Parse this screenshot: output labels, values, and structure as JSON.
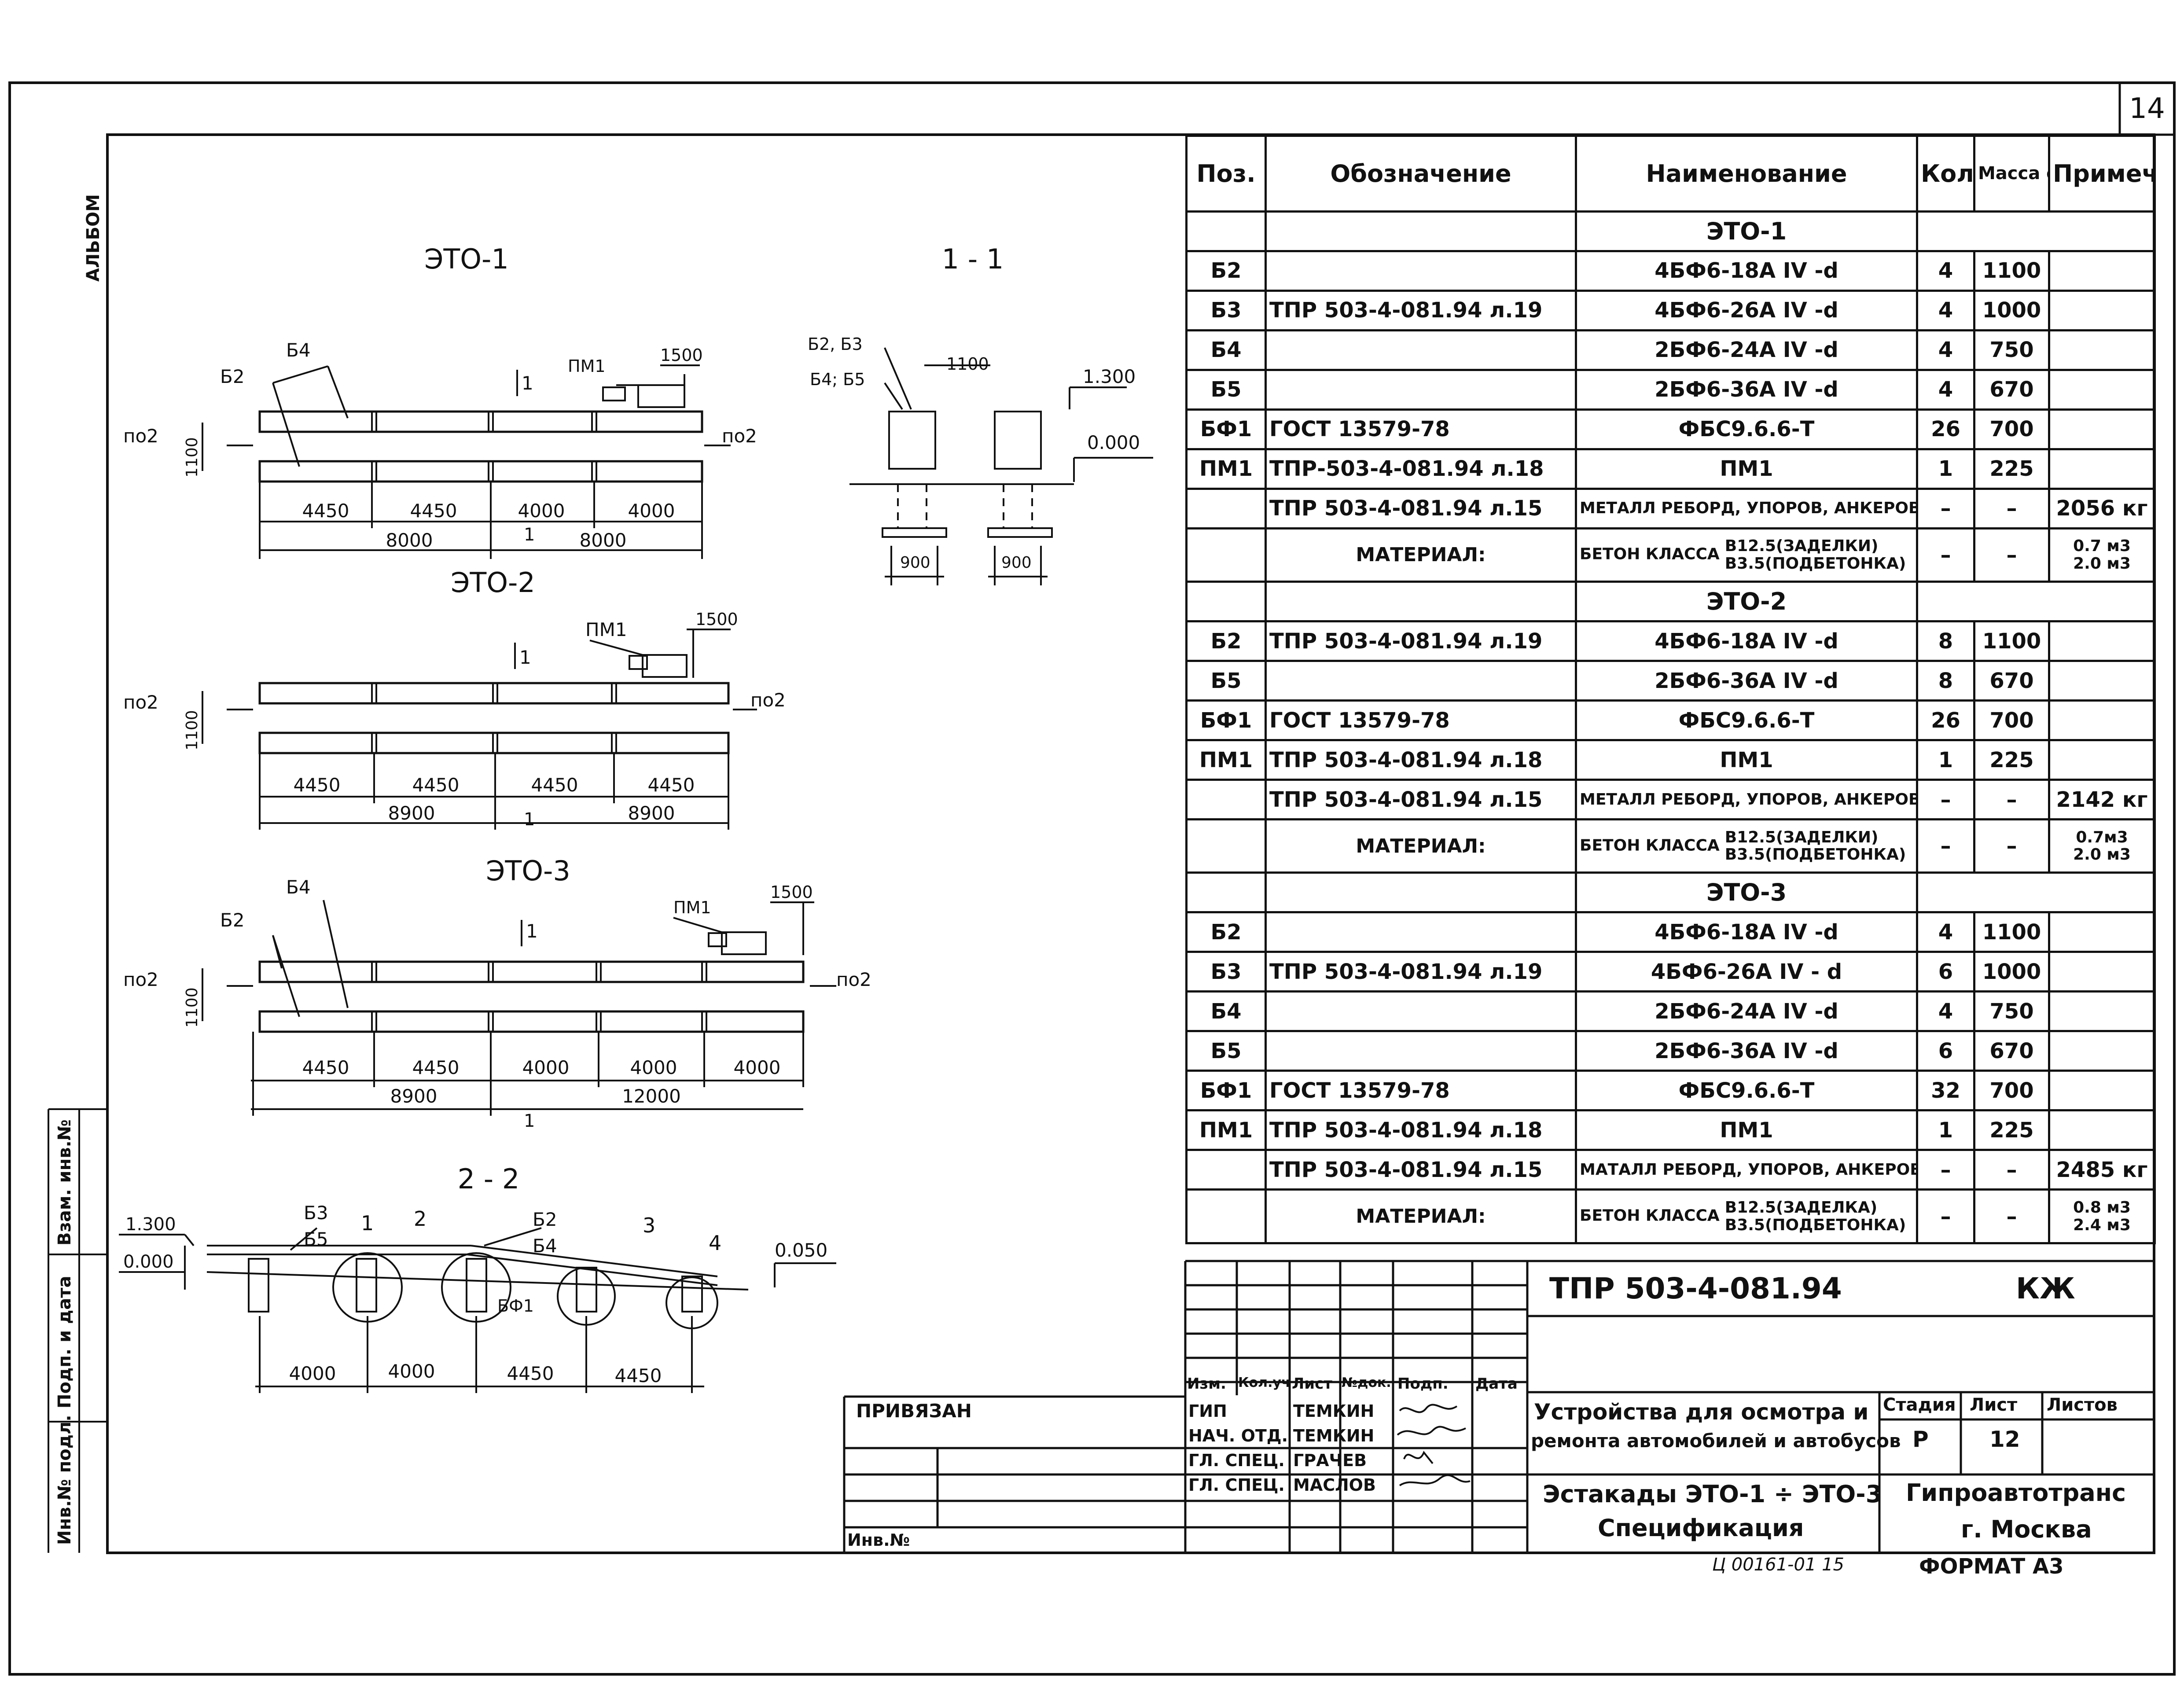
{
  "sheet_number": "14",
  "album_label": "АЛЬБОМ",
  "left_strip": [
    "Инв.№ подл.",
    "Подп. и дата",
    "Взам. инв.№"
  ],
  "drawings": {
    "eto1": {
      "title": "ЭТО-1",
      "labels": [
        "Б4",
        "Б2",
        "ПМ1",
        "1500",
        "1",
        "по2",
        "по2",
        "1100"
      ],
      "dims_top": [
        "4450",
        "4450",
        "4000",
        "4000"
      ],
      "dims_bottom": [
        "8000",
        "8000"
      ],
      "cut_mark": "1"
    },
    "section11": {
      "title": "1 - 1",
      "labels": [
        "Б2, Б3",
        "Б4; Б5",
        "1100",
        "1.300",
        "0.000",
        "900",
        "900"
      ]
    },
    "eto2": {
      "title": "ЭТО-2",
      "labels": [
        "ПМ1",
        "1500",
        "1",
        "по2",
        "по2",
        "1100"
      ],
      "dims_top": [
        "4450",
        "4450",
        "4450",
        "4450"
      ],
      "dims_bottom": [
        "8900",
        "8900"
      ],
      "cut_mark": "1"
    },
    "eto3": {
      "title": "ЭТО-3",
      "labels": [
        "Б4",
        "Б2",
        "ПМ1",
        "1500",
        "1",
        "по2",
        "по2",
        "1100"
      ],
      "dims_top": [
        "4450",
        "4450",
        "4000",
        "4000",
        "4000"
      ],
      "dims_bottom": [
        "8900",
        "12000"
      ],
      "cut_mark": "1"
    },
    "section22": {
      "title": "2 - 2",
      "labels": [
        "1.300",
        "0.000",
        "Б3",
        "Б5",
        "1",
        "2",
        "Б2",
        "Б4",
        "3",
        "4",
        "0.050",
        "БФ1"
      ],
      "dims": [
        "4000",
        "4000",
        "4450",
        "4450"
      ]
    }
  },
  "spec_table": {
    "headers": [
      "Поз.",
      "Обозначение",
      "Наименование",
      "Кол.",
      "Масса ед. кг",
      "Примеч."
    ],
    "sections": [
      {
        "title": "ЭТО-1",
        "rows": [
          {
            "pos": "Б2",
            "designation": "",
            "name": "4БФ6-18А IV -d",
            "qty": "4",
            "mass": "1100",
            "note": ""
          },
          {
            "pos": "Б3",
            "designation": "ТПР 503-4-081.94 л.19",
            "name": "4БФ6-26А IV -d",
            "qty": "4",
            "mass": "1000",
            "note": ""
          },
          {
            "pos": "Б4",
            "designation": "",
            "name": "2БФ6-24А IV -d",
            "qty": "4",
            "mass": "750",
            "note": ""
          },
          {
            "pos": "Б5",
            "designation": "",
            "name": "2БФ6-36А IV -d",
            "qty": "4",
            "mass": "670",
            "note": ""
          },
          {
            "pos": "БФ1",
            "designation": "ГОСТ 13579-78",
            "name": "ФБС9.6.6-Т",
            "qty": "26",
            "mass": "700",
            "note": ""
          },
          {
            "pos": "ПМ1",
            "designation": "ТПР-503-4-081.94 л.18",
            "name": "ПМ1",
            "qty": "1",
            "mass": "225",
            "note": ""
          },
          {
            "pos": "",
            "designation": "ТПР 503-4-081.94 л.15",
            "name": "МЕТАЛЛ РЕБОРД, УПОРОВ, АНКЕРОВ",
            "qty": "–",
            "mass": "–",
            "note": "2056 кг"
          }
        ],
        "material": {
          "label": "МАТЕРИАЛ:",
          "name_main": "БЕТОН КЛАССА",
          "name_a": "В12.5(ЗАДЕЛКИ)",
          "name_b": "В3.5(ПОДБЕТОНКА)",
          "qty": "–",
          "mass": "–",
          "note_a": "0.7 м3",
          "note_b": "2.0 м3"
        }
      },
      {
        "title": "ЭТО-2",
        "rows": [
          {
            "pos": "Б2",
            "designation": "ТПР 503-4-081.94 л.19",
            "name": "4БФ6-18А IV -d",
            "qty": "8",
            "mass": "1100",
            "note": ""
          },
          {
            "pos": "Б5",
            "designation": "",
            "name": "2БФ6-36А IV -d",
            "qty": "8",
            "mass": "670",
            "note": ""
          },
          {
            "pos": "БФ1",
            "designation": "ГОСТ 13579-78",
            "name": "ФБС9.6.6-Т",
            "qty": "26",
            "mass": "700",
            "note": ""
          },
          {
            "pos": "ПМ1",
            "designation": "ТПР 503-4-081.94 л.18",
            "name": "ПМ1",
            "qty": "1",
            "mass": "225",
            "note": ""
          },
          {
            "pos": "",
            "designation": "ТПР 503-4-081.94 л.15",
            "name": "МЕТАЛЛ РЕБОРД, УПОРОВ, АНКЕРОВ",
            "qty": "–",
            "mass": "–",
            "note": "2142 кг"
          }
        ],
        "material": {
          "label": "МАТЕРИАЛ:",
          "name_main": "БЕТОН КЛАССА",
          "name_a": "В12.5(ЗАДЕЛКИ)",
          "name_b": "В3.5(ПОДБЕТОНКА)",
          "qty": "–",
          "mass": "–",
          "note_a": "0.7м3",
          "note_b": "2.0 м3"
        }
      },
      {
        "title": "ЭТО-3",
        "rows": [
          {
            "pos": "Б2",
            "designation": "",
            "name": "4БФ6-18А IV -d",
            "qty": "4",
            "mass": "1100",
            "note": ""
          },
          {
            "pos": "Б3",
            "designation": "ТПР 503-4-081.94 л.19",
            "name": "4БФ6-26А IV - d",
            "qty": "6",
            "mass": "1000",
            "note": ""
          },
          {
            "pos": "Б4",
            "designation": "",
            "name": "2БФ6-24А IV -d",
            "qty": "4",
            "mass": "750",
            "note": ""
          },
          {
            "pos": "Б5",
            "designation": "",
            "name": "2БФ6-36А IV -d",
            "qty": "6",
            "mass": "670",
            "note": ""
          },
          {
            "pos": "БФ1",
            "designation": "ГОСТ 13579-78",
            "name": "ФБС9.6.6-Т",
            "qty": "32",
            "mass": "700",
            "note": ""
          },
          {
            "pos": "ПМ1",
            "designation": "ТПР 503-4-081.94 л.18",
            "name": "ПМ1",
            "qty": "1",
            "mass": "225",
            "note": ""
          },
          {
            "pos": "",
            "designation": "ТПР 503-4-081.94 л.15",
            "name": "МАТАЛЛ РЕБОРД, УПОРОВ, АНКЕРОВ",
            "qty": "–",
            "mass": "–",
            "note": "2485 кг"
          }
        ],
        "material": {
          "label": "МАТЕРИАЛ:",
          "name_main": "БЕТОН КЛАССА",
          "name_a": "В12.5(ЗАДЕЛКА)",
          "name_b": "В3.5(ПОДБЕТОНКА)",
          "qty": "–",
          "mass": "–",
          "note_a": "0.8 м3",
          "note_b": "2.4 м3"
        }
      }
    ]
  },
  "title_block": {
    "project_code": "ТПР  503-4-081.94",
    "mark": "КЖ",
    "linked": "ПРИВЯЗАН",
    "inv_no": "Инв.№",
    "rev_headers": [
      "Изм.",
      "Кол.уч",
      "Лист",
      "№док.",
      "Подп.",
      "Дата"
    ],
    "signers": [
      {
        "role": "ГИП",
        "name": "ТЕМКИН"
      },
      {
        "role": "НАЧ. ОТД.",
        "name": "ТЕМКИН"
      },
      {
        "role": "ГЛ. СПЕЦ.",
        "name": "ГРАЧЕВ"
      },
      {
        "role": "ГЛ. СПЕЦ.",
        "name": "МАСЛОВ"
      }
    ],
    "object_name_1": "Устройства для осмотра и",
    "object_name_2": "ремонта автомобилей и автобусов",
    "sheet_title_1": "Эстакады  ЭТО-1 ÷ ЭТО-3",
    "sheet_title_2": "Спецификация",
    "stage_label": "Стадия",
    "stage": "Р",
    "sheet_label": "Лист",
    "sheet": "12",
    "sheets_label": "Листов",
    "organization": "Гипроавтотранс",
    "city": "г. Москва",
    "format": "ФОРМАТ А3",
    "archive_no": "Ц 00161-01   15"
  }
}
